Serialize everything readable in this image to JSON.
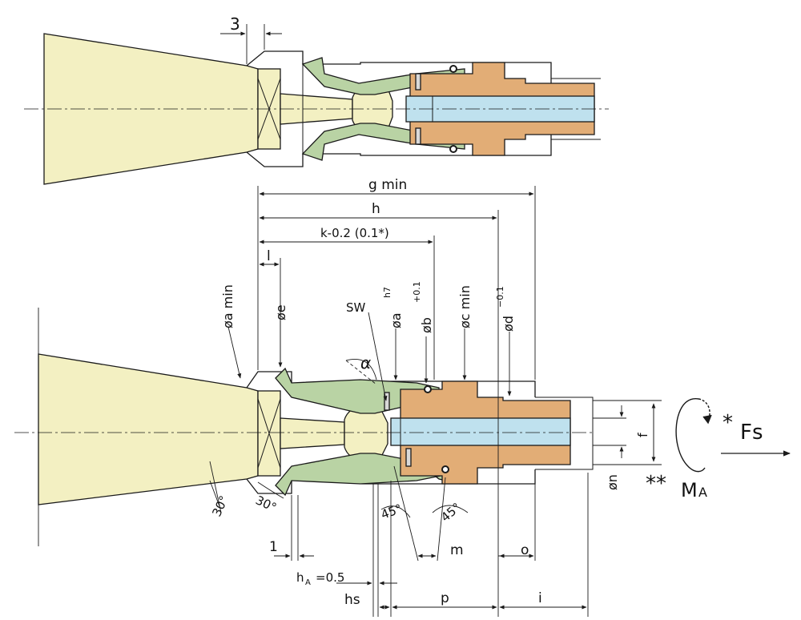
{
  "colors": {
    "body": "#f3f0c2",
    "collet": "#b9d3a4",
    "nut": "#e2ad76",
    "bore": "#bfe1ee",
    "line": "#1a1a1a"
  },
  "icons": {
    "torque": "curved-arrow-icon",
    "force": "arrow-right-icon"
  },
  "labels": {
    "dim_3": "3",
    "g_min": "g min",
    "h": "h",
    "k": "k-0.2 (0.1*)",
    "l": "l",
    "a_min": "øa min",
    "e": "øe",
    "sw": "SW",
    "a": "øa",
    "a_tol": "h7",
    "b": "øb",
    "b_tol": "+0.1",
    "c_min": "øc min",
    "d": "ød",
    "d_tol": "−0.1",
    "alpha": "α",
    "f": "f",
    "n": "øn",
    "star_fs": "*",
    "fs": "Fs",
    "star_ma": "**",
    "ma": "M",
    "ma_sub": "A",
    "ang30_left": "30°",
    "ang30_right": "30°",
    "ang45_left": "45°",
    "ang45_right": "45°",
    "dim_1": "1",
    "m": "m",
    "o": "o",
    "ha": "h",
    "ha_sub": "A",
    "ha_val": "=0.5",
    "hs": "hs",
    "p": "p",
    "i": "i"
  }
}
